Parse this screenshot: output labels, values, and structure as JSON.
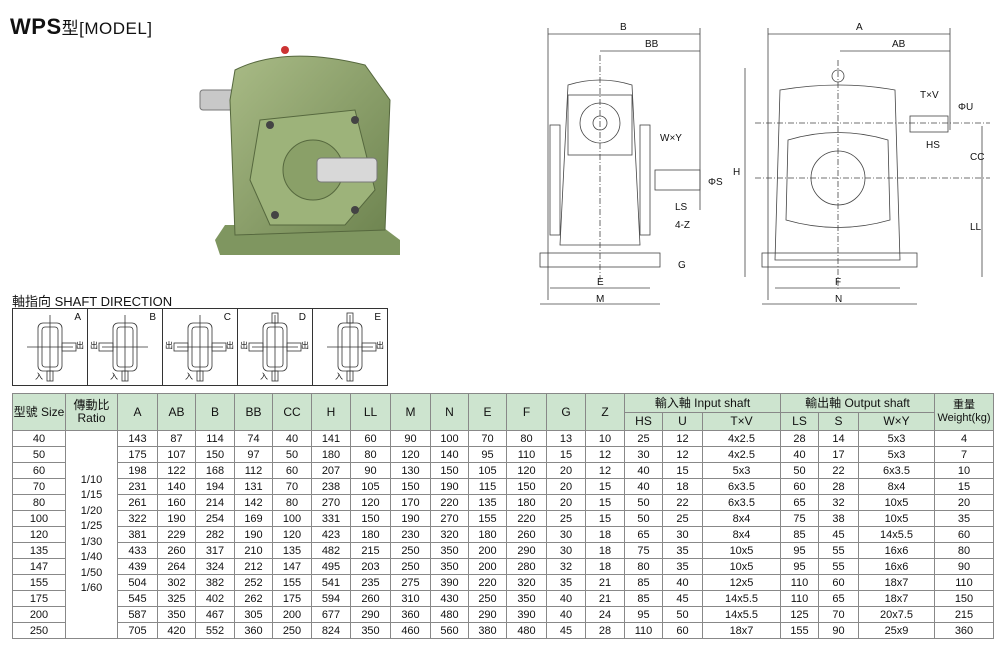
{
  "title": {
    "main": "WPS",
    "sub": "型[MODEL]"
  },
  "shaft_direction": {
    "title": "軸指向  SHAFT DIRECTION",
    "types": [
      "A",
      "B",
      "C",
      "D",
      "E"
    ],
    "in_label": "入",
    "out_label": "出"
  },
  "drawing_labels": {
    "B": "B",
    "BB": "BB",
    "WxY": "W×Y",
    "S": "ΦS",
    "LS": "LS",
    "Z": "4-Z",
    "G": "G",
    "E": "E",
    "M": "M",
    "A": "A",
    "AB": "AB",
    "TxV": "T×V",
    "U": "ΦU",
    "HS": "HS",
    "H": "H",
    "CC": "CC",
    "LL": "LL",
    "F": "F",
    "N": "N"
  },
  "table": {
    "headers": {
      "size": "型號 Size",
      "ratio": "傳動比 Ratio",
      "cols": [
        "A",
        "AB",
        "B",
        "BB",
        "CC",
        "H",
        "LL",
        "M",
        "N",
        "E",
        "F",
        "G",
        "Z"
      ],
      "input_group": "輸入軸 Input shaft",
      "input_cols": [
        "HS",
        "U",
        "T×V"
      ],
      "output_group": "輸出軸 Output shaft",
      "output_cols": [
        "LS",
        "S",
        "W×Y"
      ],
      "weight": "重量 Weight(kg)"
    },
    "ratios": [
      "1/10",
      "1/15",
      "1/20",
      "1/25",
      "1/30",
      "1/40",
      "1/50",
      "1/60"
    ],
    "rows": [
      [
        "40",
        "143",
        "87",
        "114",
        "74",
        "40",
        "141",
        "60",
        "90",
        "100",
        "70",
        "80",
        "13",
        "10",
        "25",
        "12",
        "4x2.5",
        "28",
        "14",
        "5x3",
        "4"
      ],
      [
        "50",
        "175",
        "107",
        "150",
        "97",
        "50",
        "180",
        "80",
        "120",
        "140",
        "95",
        "110",
        "15",
        "12",
        "30",
        "12",
        "4x2.5",
        "40",
        "17",
        "5x3",
        "7"
      ],
      [
        "60",
        "198",
        "122",
        "168",
        "112",
        "60",
        "207",
        "90",
        "130",
        "150",
        "105",
        "120",
        "20",
        "12",
        "40",
        "15",
        "5x3",
        "50",
        "22",
        "6x3.5",
        "10"
      ],
      [
        "70",
        "231",
        "140",
        "194",
        "131",
        "70",
        "238",
        "105",
        "150",
        "190",
        "115",
        "150",
        "20",
        "15",
        "40",
        "18",
        "6x3.5",
        "60",
        "28",
        "8x4",
        "15"
      ],
      [
        "80",
        "261",
        "160",
        "214",
        "142",
        "80",
        "270",
        "120",
        "170",
        "220",
        "135",
        "180",
        "20",
        "15",
        "50",
        "22",
        "6x3.5",
        "65",
        "32",
        "10x5",
        "20"
      ],
      [
        "100",
        "322",
        "190",
        "254",
        "169",
        "100",
        "331",
        "150",
        "190",
        "270",
        "155",
        "220",
        "25",
        "15",
        "50",
        "25",
        "8x4",
        "75",
        "38",
        "10x5",
        "35"
      ],
      [
        "120",
        "381",
        "229",
        "282",
        "190",
        "120",
        "423",
        "180",
        "230",
        "320",
        "180",
        "260",
        "30",
        "18",
        "65",
        "30",
        "8x4",
        "85",
        "45",
        "14x5.5",
        "60"
      ],
      [
        "135",
        "433",
        "260",
        "317",
        "210",
        "135",
        "482",
        "215",
        "250",
        "350",
        "200",
        "290",
        "30",
        "18",
        "75",
        "35",
        "10x5",
        "95",
        "55",
        "16x6",
        "80"
      ],
      [
        "147",
        "439",
        "264",
        "324",
        "212",
        "147",
        "495",
        "203",
        "250",
        "350",
        "200",
        "280",
        "32",
        "18",
        "80",
        "35",
        "10x5",
        "95",
        "55",
        "16x6",
        "90"
      ],
      [
        "155",
        "504",
        "302",
        "382",
        "252",
        "155",
        "541",
        "235",
        "275",
        "390",
        "220",
        "320",
        "35",
        "21",
        "85",
        "40",
        "12x5",
        "110",
        "60",
        "18x7",
        "110"
      ],
      [
        "175",
        "545",
        "325",
        "402",
        "262",
        "175",
        "594",
        "260",
        "310",
        "430",
        "250",
        "350",
        "40",
        "21",
        "85",
        "45",
        "14x5.5",
        "110",
        "65",
        "18x7",
        "150"
      ],
      [
        "200",
        "587",
        "350",
        "467",
        "305",
        "200",
        "677",
        "290",
        "360",
        "480",
        "290",
        "390",
        "40",
        "24",
        "95",
        "50",
        "14x5.5",
        "125",
        "70",
        "20x7.5",
        "215"
      ],
      [
        "250",
        "705",
        "420",
        "552",
        "360",
        "250",
        "824",
        "350",
        "460",
        "560",
        "380",
        "480",
        "45",
        "28",
        "110",
        "60",
        "18x7",
        "155",
        "90",
        "25x9",
        "360"
      ]
    ]
  },
  "colors": {
    "header_bg": "#cde4cf",
    "gearbox": "#8fa66e"
  }
}
